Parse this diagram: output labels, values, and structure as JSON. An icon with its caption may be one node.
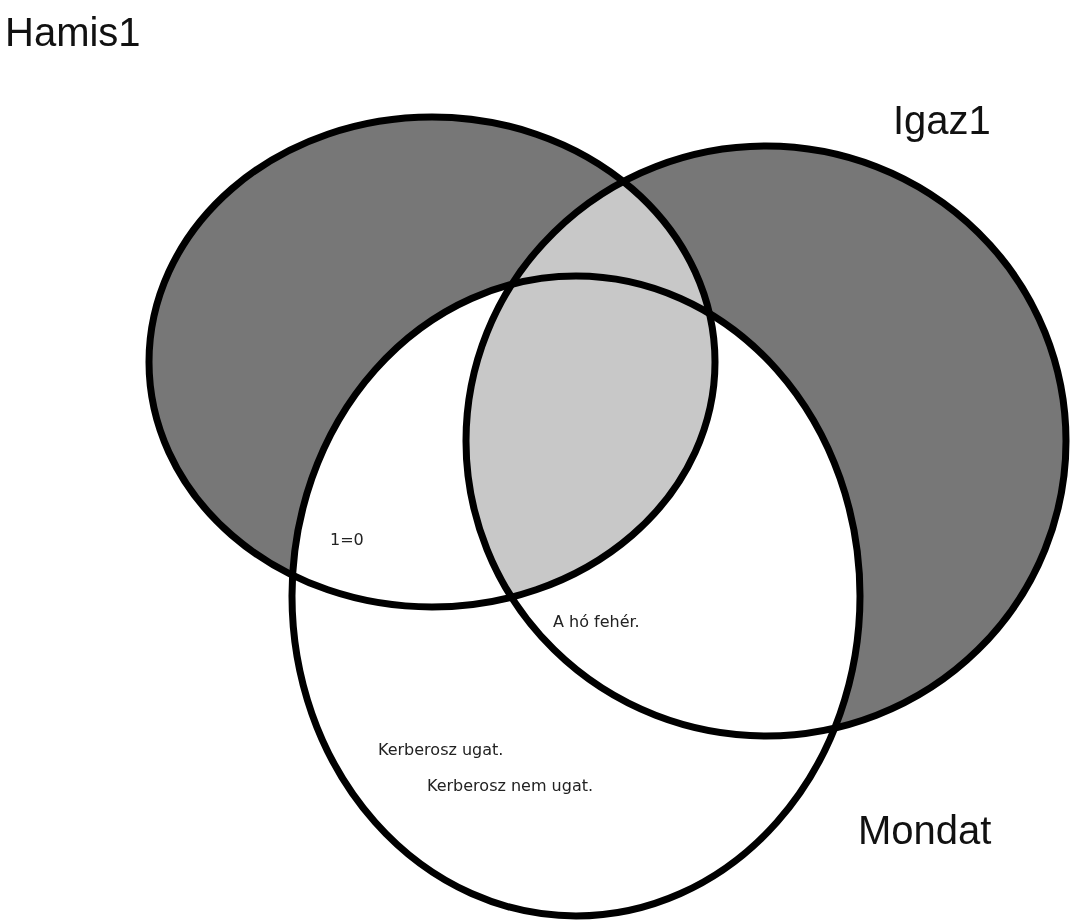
{
  "diagram": {
    "nodes": [
      {
        "text": [
          "Hamis1"
        ]
      },
      {
        "text": [
          "Igaz1"
        ]
      },
      {
        "text": [
          "Mondat"
        ]
      }
    ],
    "labels": [
      "1=0",
      "A hó fehér.",
      "Kerberosz ugat.",
      "Kerberosz nem ugat."
    ]
  }
}
